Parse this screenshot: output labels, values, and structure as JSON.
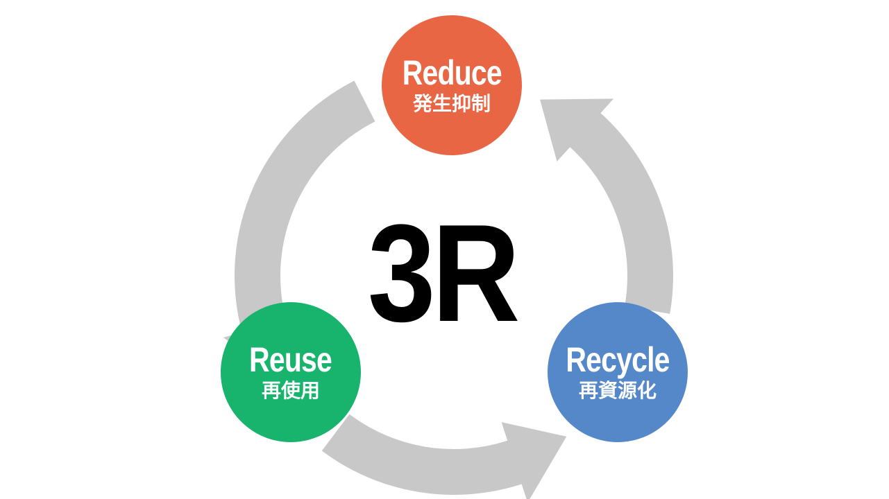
{
  "title": "3R",
  "nodes": [
    {
      "id": "reduce",
      "en": "Reduce",
      "jp": "発生抑制",
      "color": "#E96645"
    },
    {
      "id": "reuse",
      "en": "Reuse",
      "jp": "再使用",
      "color": "#18B36C"
    },
    {
      "id": "recycle",
      "en": "Recycle",
      "jp": "再資源化",
      "color": "#5488C8"
    }
  ],
  "arrow_color": "#C8C8C8"
}
